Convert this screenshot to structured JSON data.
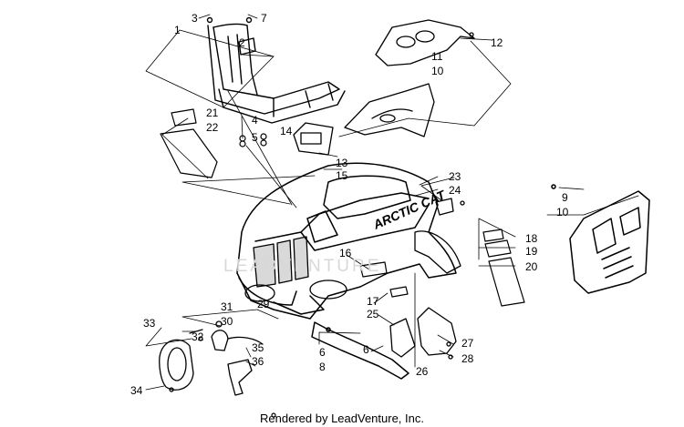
{
  "diagram": {
    "callouts": [
      "1",
      "2",
      "3",
      "4",
      "5",
      "6",
      "6",
      "7",
      "8",
      "9",
      "10",
      "10",
      "11",
      "12",
      "13",
      "14",
      "15",
      "16",
      "17",
      "18",
      "19",
      "20",
      "21",
      "22",
      "23",
      "24",
      "25",
      "26",
      "27",
      "28",
      "29",
      "30",
      "31",
      "32",
      "33",
      "34",
      "35",
      "36"
    ],
    "watermark": "LEADVENTURE",
    "hood_decal": "ARCTIC CAT",
    "footer": "Rendered by LeadVenture, Inc."
  }
}
